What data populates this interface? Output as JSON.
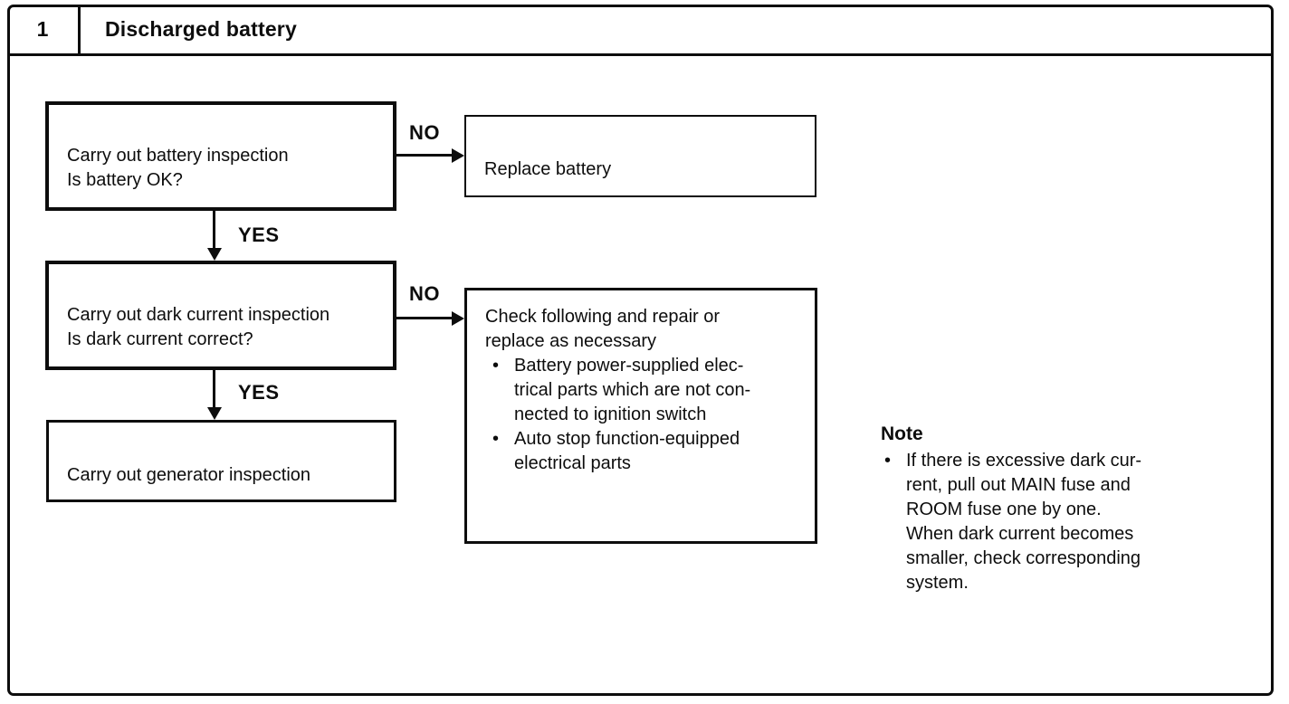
{
  "page": {
    "background": "#ffffff",
    "ink": "#0d0d0d"
  },
  "header": {
    "number": "1",
    "title": "Discharged battery"
  },
  "flowchart": {
    "bullet_glyph": "•",
    "labels": {
      "yes1": "YES",
      "yes2": "YES",
      "no1": "NO",
      "no2": "NO"
    },
    "steps": [
      {
        "id": "battery-inspection",
        "text": "Carry out battery inspection\nIs battery OK?"
      },
      {
        "id": "dark-current-inspection",
        "text": "Carry out dark current inspection\nIs dark current correct?"
      },
      {
        "id": "generator-inspection",
        "text": "Carry out generator inspection"
      }
    ],
    "no_results": [
      {
        "id": "replace-battery",
        "text": "Replace battery"
      },
      {
        "id": "check-and-repair",
        "intro": "Check following and repair or\nreplace as necessary",
        "bullets": [
          "Battery power-supplied elec-\ntrical parts which are not con-\nnected to ignition switch",
          "Auto stop function-equipped\nelectrical parts"
        ]
      }
    ]
  },
  "note": {
    "title": "Note",
    "bullets": [
      "If there is excessive dark cur-\nrent, pull out MAIN fuse and\nROOM fuse one by one.\nWhen dark current becomes\nsmaller, check corresponding\nsystem."
    ]
  }
}
